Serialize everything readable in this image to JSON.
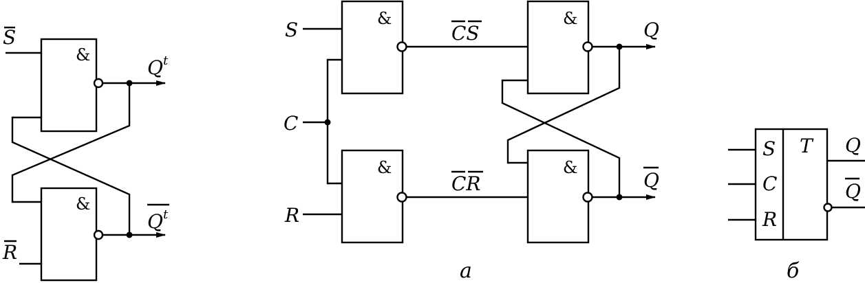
{
  "gate_symbol": "&",
  "rs_latch": {
    "input_top": "S",
    "input_bottom": "R",
    "output_top": "Q",
    "output_bottom": "Q",
    "output_superscript": "t"
  },
  "sync_rs_trigger": {
    "input_s": "S",
    "input_c": "C",
    "input_r": "R",
    "signal_top": "CS",
    "signal_bottom": "CR",
    "output_q": "Q",
    "output_q_bar": "Q",
    "caption": "а"
  },
  "trigger_symbol": {
    "input_s": "S",
    "input_c": "C",
    "input_r": "R",
    "type_label": "T",
    "output_q": "Q",
    "output_q_bar": "Q",
    "caption": "б"
  }
}
